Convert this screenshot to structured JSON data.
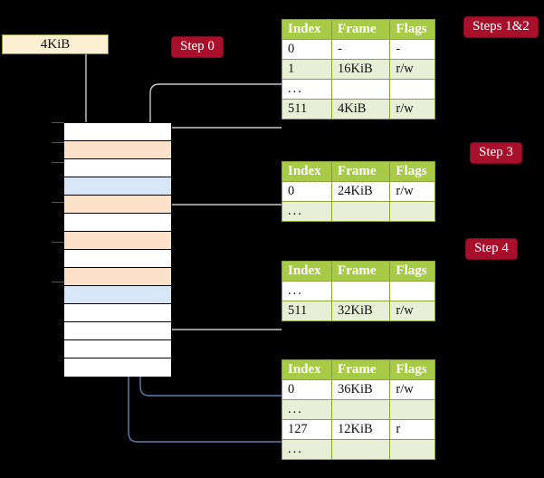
{
  "title": "Multi-level page table address translation walk",
  "colors": {
    "badge_bg": "#a80f2a",
    "badge_text": "#ffffff",
    "table_header_bg": "#a7cb47",
    "table_header_text": "#ffffff",
    "table_alt_row_bg": "#e9eed6",
    "table_highlight_bg": "#ffff99",
    "frame_box_bg": "#fbf0d2",
    "mem_cell_peach": "#fde2cb",
    "mem_cell_blue": "#d9e6f7",
    "arrow_gray": "#b9b9b9",
    "arrow_blue": "#5f80b0",
    "background": "#000000"
  },
  "frame_box": {
    "label": "4KiB"
  },
  "badges": [
    {
      "name": "step-0",
      "label": "Step 0"
    },
    {
      "name": "steps-1-2",
      "label": "Steps 1&2"
    },
    {
      "name": "step-3",
      "label": "Step 3"
    },
    {
      "name": "step-4",
      "label": "Step 4"
    }
  ],
  "memory_column": {
    "rows": [
      {
        "fill": "plain"
      },
      {
        "fill": "peach"
      },
      {
        "fill": "plain"
      },
      {
        "fill": "blue"
      },
      {
        "fill": "peach"
      },
      {
        "fill": "plain"
      },
      {
        "fill": "peach"
      },
      {
        "fill": "plain"
      },
      {
        "fill": "peach"
      },
      {
        "fill": "blue"
      },
      {
        "fill": "plain"
      },
      {
        "fill": "plain"
      },
      {
        "fill": "plain"
      },
      {
        "fill": "plain"
      }
    ]
  },
  "tables": [
    {
      "name": "page-table-level-1",
      "headers": [
        "Index",
        "Frame",
        "Flags"
      ],
      "rows": [
        {
          "cells": [
            "0",
            "-",
            "-"
          ],
          "alt": false,
          "highlight": false
        },
        {
          "cells": [
            "1",
            "16KiB",
            "r/w"
          ],
          "alt": true,
          "highlight": false
        },
        {
          "cells": [
            "...",
            "",
            ""
          ],
          "alt": false,
          "highlight": false
        },
        {
          "cells": [
            "511",
            "4KiB",
            "r/w"
          ],
          "alt": true,
          "highlight": true
        }
      ]
    },
    {
      "name": "page-table-level-2",
      "headers": [
        "Index",
        "Frame",
        "Flags"
      ],
      "rows": [
        {
          "cells": [
            "0",
            "24KiB",
            "r/w"
          ],
          "alt": false,
          "highlight": false
        },
        {
          "cells": [
            "...",
            "",
            ""
          ],
          "alt": true,
          "highlight": false
        }
      ]
    },
    {
      "name": "page-table-level-3",
      "headers": [
        "Index",
        "Frame",
        "Flags"
      ],
      "rows": [
        {
          "cells": [
            "...",
            "",
            ""
          ],
          "alt": false,
          "highlight": false
        },
        {
          "cells": [
            "511",
            "32KiB",
            "r/w"
          ],
          "alt": true,
          "highlight": false
        }
      ]
    },
    {
      "name": "page-table-level-4",
      "headers": [
        "Index",
        "Frame",
        "Flags"
      ],
      "rows": [
        {
          "cells": [
            "0",
            "36KiB",
            "r/w"
          ],
          "alt": false,
          "highlight": false
        },
        {
          "cells": [
            "...",
            "",
            ""
          ],
          "alt": true,
          "highlight": false
        },
        {
          "cells": [
            "127",
            "12KiB",
            "r"
          ],
          "alt": false,
          "highlight": false
        },
        {
          "cells": [
            "...",
            "",
            ""
          ],
          "alt": true,
          "highlight": false
        }
      ]
    }
  ]
}
